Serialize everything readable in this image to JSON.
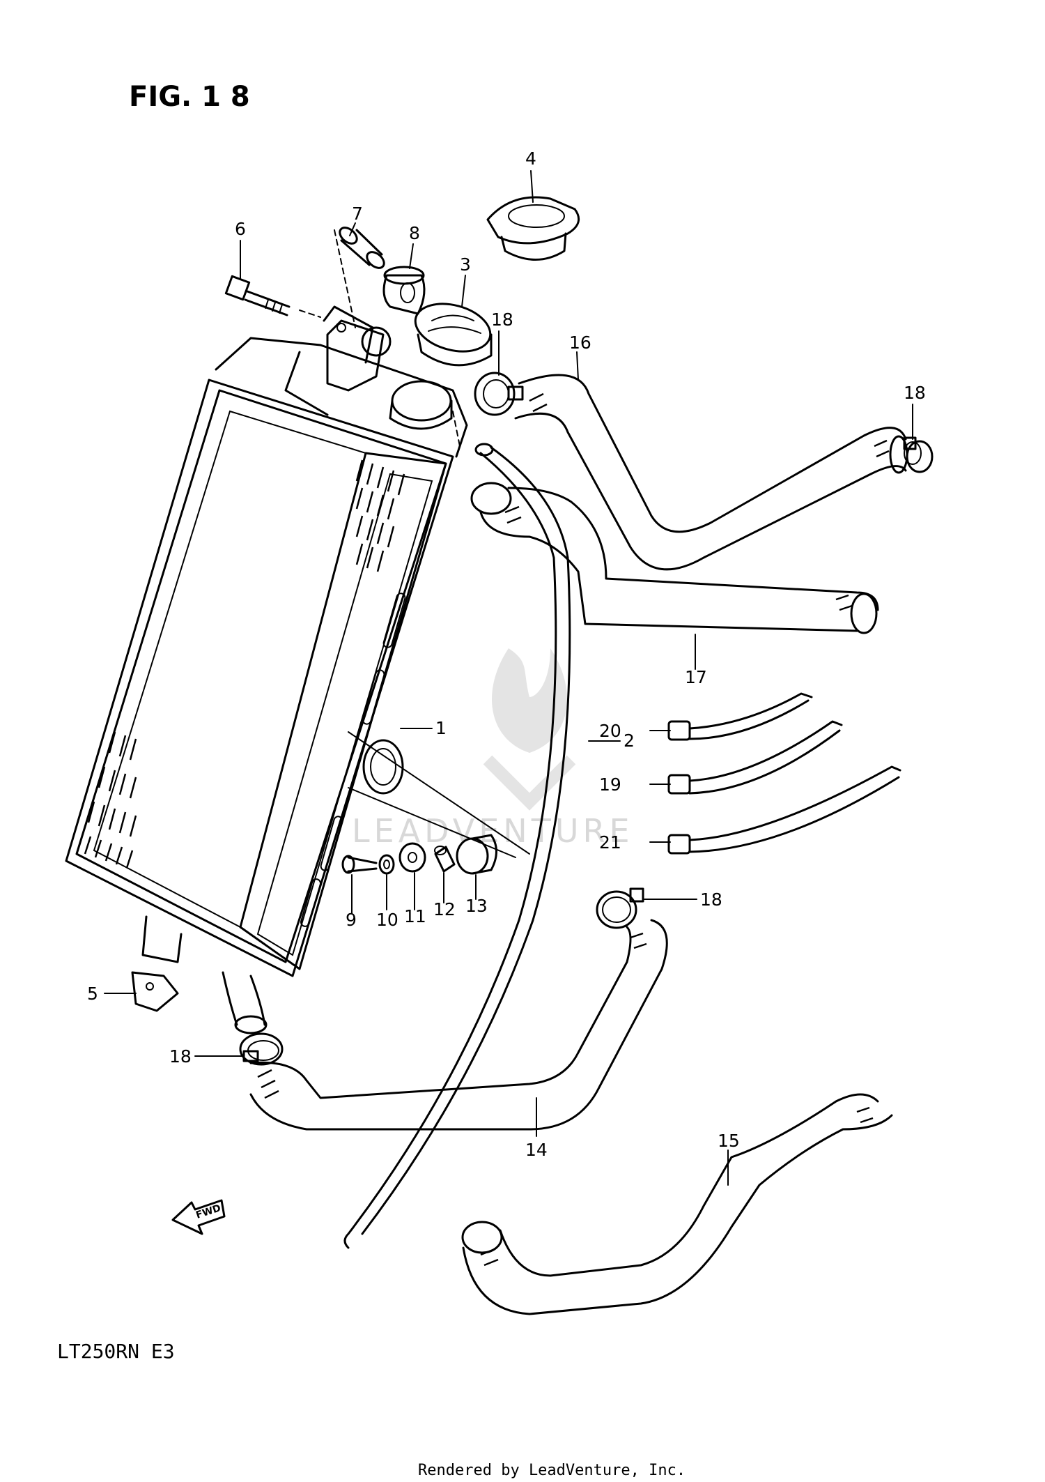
{
  "figure": {
    "title": "FIG. 1 8",
    "model_code": "LT250RN  E3"
  },
  "watermark": "LEADVENTURE",
  "footer": {
    "credit": "Rendered by LeadVenture, Inc."
  },
  "direction_arrow": {
    "text": "FWD",
    "icon": "fwd-arrow-icon"
  },
  "callouts": [
    {
      "id": "1",
      "part": "radiator"
    },
    {
      "id": "2",
      "part": "overflow-hose"
    },
    {
      "id": "3",
      "part": "radiator-cap"
    },
    {
      "id": "4",
      "part": "reservoir-cap"
    },
    {
      "id": "5",
      "part": "bracket"
    },
    {
      "id": "6",
      "part": "bolt"
    },
    {
      "id": "7",
      "part": "collar"
    },
    {
      "id": "8",
      "part": "cushion"
    },
    {
      "id": "9",
      "part": "bolt"
    },
    {
      "id": "10",
      "part": "washer"
    },
    {
      "id": "11",
      "part": "washer"
    },
    {
      "id": "12",
      "part": "collar"
    },
    {
      "id": "13",
      "part": "cushion"
    },
    {
      "id": "14",
      "part": "outlet-hose"
    },
    {
      "id": "15",
      "part": "hose"
    },
    {
      "id": "16",
      "part": "inlet-hose"
    },
    {
      "id": "17",
      "part": "hose"
    },
    {
      "id": "18a",
      "label": "18",
      "part": "hose-clamp"
    },
    {
      "id": "18b",
      "label": "18",
      "part": "hose-clamp"
    },
    {
      "id": "18c",
      "label": "18",
      "part": "hose-clamp"
    },
    {
      "id": "18d",
      "label": "18",
      "part": "hose-clamp"
    },
    {
      "id": "19",
      "part": "cable-tie"
    },
    {
      "id": "20",
      "part": "cable-tie"
    },
    {
      "id": "21",
      "part": "cable-tie"
    }
  ]
}
